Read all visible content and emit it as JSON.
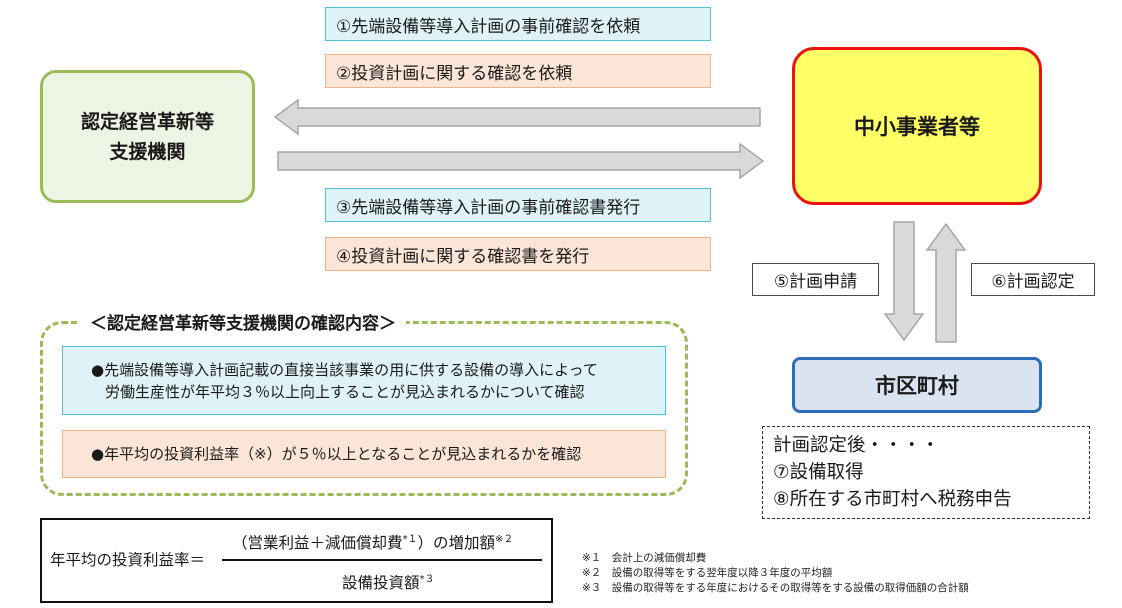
{
  "steps": {
    "s1": "①先端設備等導入計画の事前確認を依頼",
    "s2": "②投資計画に関する確認を依頼",
    "s3": "③先端設備等導入計画の事前確認書発行",
    "s4": "④投資計画に関する確認書を発行",
    "s5": "⑤計画申請",
    "s6": "⑥計画認定"
  },
  "entities": {
    "agency_line1": "認定経営革新等",
    "agency_line2": "支援機関",
    "sme": "中小事業者等",
    "city": "市区町村"
  },
  "confirmation": {
    "title": "＜認定経営革新等支援機関の確認内容＞",
    "item1_line1": "●先端設備等導入計画記載の直接当該事業の用に供する設備の導入によって",
    "item1_line2": "労働生産性が年平均３％以上向上することが見込まれるかについて確認",
    "item2": "●年平均の投資利益率（※）が５％以上となることが見込まれるかを確認"
  },
  "after_approval": {
    "line1": "計画認定後・・・・",
    "line2": "⑦設備取得",
    "line3": "⑧所在する市町村へ税務申告"
  },
  "formula": {
    "lhs": "年平均の投資利益率＝",
    "numerator_a": "（営業利益＋減価償却費",
    "numerator_sup1": "*１",
    "numerator_b": "）の増加額",
    "numerator_sup2": "※２",
    "denominator": "設備投資額",
    "denominator_sup": "*３"
  },
  "notes": [
    "※１　会計上の減価償却費",
    "※２　設備の取得等をする翌年度以降３年度の平均額",
    "※３　設備の取得等をする年度におけるその取得等をする設備の取得価額の合計額"
  ],
  "colors": {
    "arrow_fill": "#d9d9d9",
    "arrow_stroke": "#a6a6a6",
    "sme_border": "#ee1111",
    "sme_fill": "#ffff66",
    "agency_border": "#9bbb59",
    "city_border": "#2e6db5"
  }
}
